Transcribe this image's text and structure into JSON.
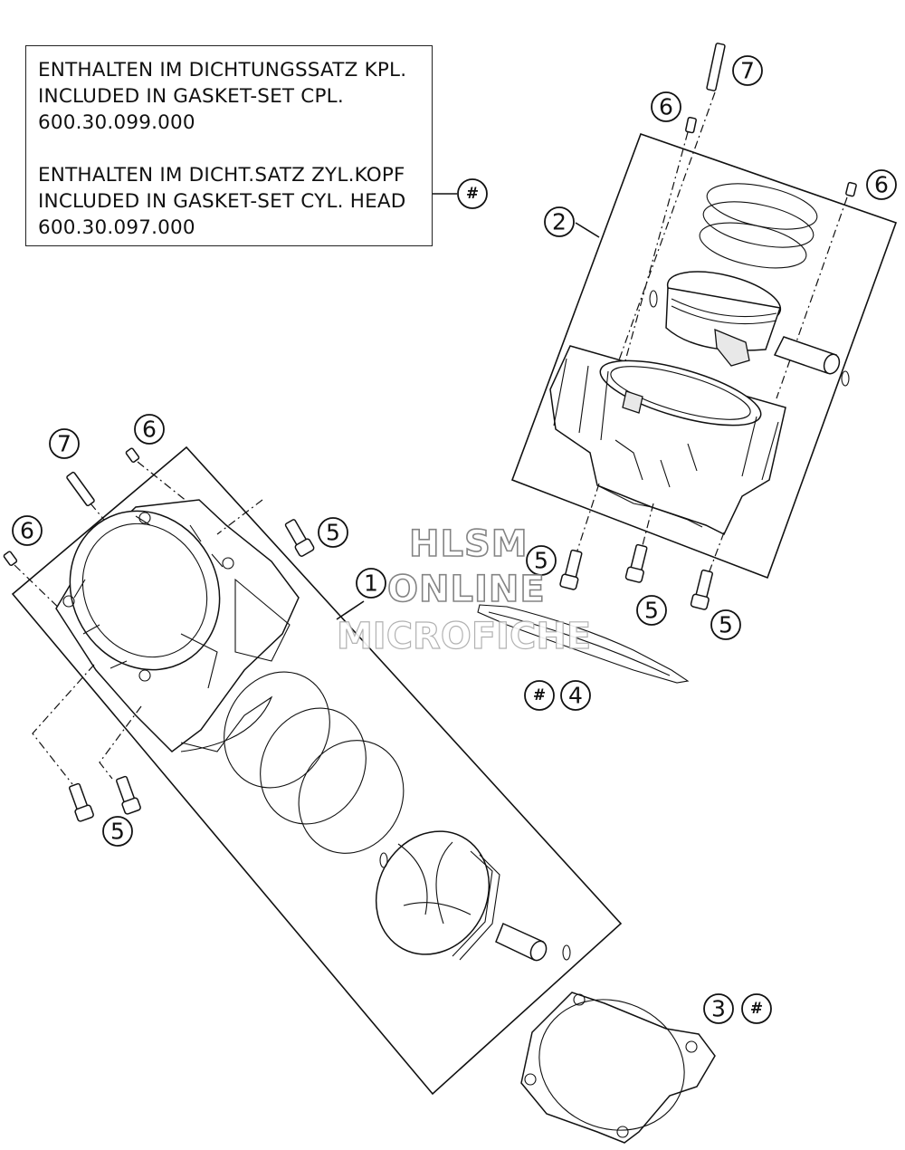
{
  "note": {
    "line1": "ENTHALTEN IM DICHTUNGSSATZ KPL.",
    "line2": "INCLUDED IN GASKET-SET CPL.",
    "line3": "600.30.099.000",
    "line4": "ENTHALTEN IM DICHT.SATZ ZYL.KOPF",
    "line5": "INCLUDED IN GASKET-SET CYL. HEAD",
    "line6": "600.30.097.000",
    "marker": "#"
  },
  "watermark": {
    "line1": "HLSM",
    "line2": "ONLINE",
    "line3": "MICROFICHE"
  },
  "callouts": {
    "c1": "1",
    "c2": "2",
    "c3": "3",
    "c4": "4",
    "c5": "5",
    "c6": "6",
    "c7": "7",
    "hash": "#"
  }
}
